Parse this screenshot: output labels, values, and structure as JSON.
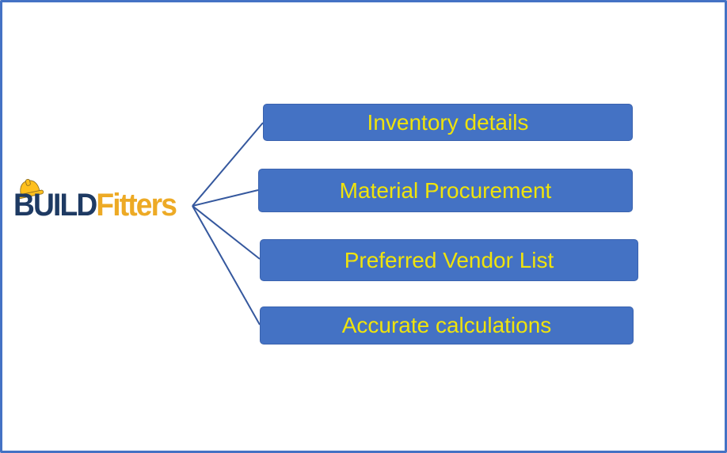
{
  "frame": {
    "background": "#FFFFFF",
    "border_color": "#4472C4"
  },
  "logo": {
    "text_build": "BUILD",
    "text_fitters": "Fitters",
    "build_color": "#1E3A63",
    "fitters_color": "#EDAA25",
    "hat_icon": "hard-hat-icon",
    "hat_color": "#FFC01E"
  },
  "connectors": {
    "color": "#35589E",
    "from": "logo",
    "targets": [
      "Inventory details",
      "Material Procurement",
      "Preferred Vendor List",
      "Accurate calculations"
    ]
  },
  "nodes": [
    {
      "label": "Inventory details"
    },
    {
      "label": "Material Procurement"
    },
    {
      "label": "Preferred Vendor List"
    },
    {
      "label": "Accurate calculations"
    }
  ],
  "node_style": {
    "fill": "#4472C4",
    "border": "#3A62AE",
    "text_color": "#EFE30C"
  }
}
